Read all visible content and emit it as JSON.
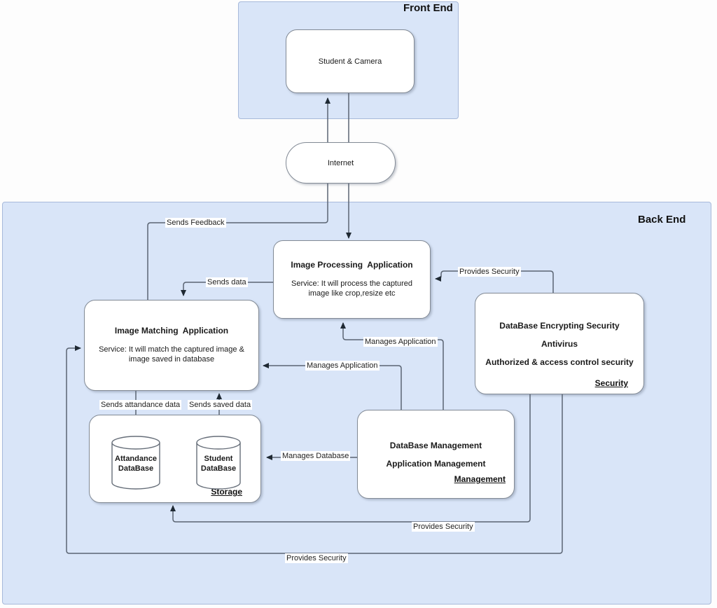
{
  "diagram": {
    "containers": {
      "front_end": {
        "label": "Front End"
      },
      "back_end": {
        "label": "Back End"
      }
    },
    "nodes": {
      "student_camera": {
        "label": "Student & Camera"
      },
      "internet": {
        "label": "Internet"
      },
      "image_processing": {
        "title": "Image Processing  Application",
        "service": "Service: It will process the captured image like crop,resize etc"
      },
      "image_matching": {
        "title": "Image Matching  Application",
        "service": "Service: It will match the captured image & image saved in database"
      },
      "security": {
        "line1": "DataBase Encrypting Security",
        "line2": "Antivirus",
        "line3": "Authorized & access control security",
        "tag": "Security"
      },
      "management": {
        "line1": "DataBase Management",
        "line2": "Application Management",
        "tag": "Management"
      },
      "storage": {
        "tag": "Storage",
        "attendance_db_line1": "Attandance",
        "attendance_db_line2": "DataBase",
        "student_db_line1": "Student",
        "student_db_line2": "DataBase"
      }
    },
    "edge_labels": {
      "sends_feedback": "Sends Feedback",
      "sends_data": "Sends data",
      "provides_security_top": "Provides Security",
      "manages_application_top": "Manages Application",
      "manages_application_mid": "Manages Application",
      "sends_attandance_data": "Sends attandance data",
      "sends_saved_data": "Sends saved data",
      "manages_database": "Manages Database",
      "provides_security_mid": "Provides Security",
      "provides_security_bottom": "Provides Security"
    },
    "colors": {
      "container_fill": "#d9e5f8",
      "container_border": "#a7b9da",
      "node_fill": "#ffffff",
      "node_border": "#828a95",
      "wire": "#5b6573",
      "arrowhead": "#1f2933",
      "text": "#1a1a1a"
    }
  }
}
